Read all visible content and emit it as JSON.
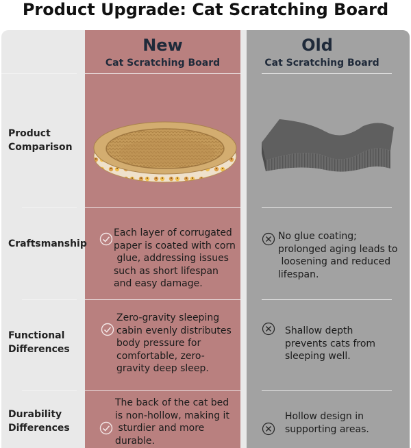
{
  "title": "Product Upgrade: Cat Scratching Board",
  "columns": {
    "new": {
      "heading": "New",
      "subheading": "Cat Scratching Board"
    },
    "old": {
      "heading": "Old",
      "subheading": "Cat Scratching Board"
    }
  },
  "rows": [
    {
      "label_lines": [
        "Product",
        "Comparison"
      ],
      "new": "",
      "old": ""
    },
    {
      "label_lines": [
        "Craftsmanship"
      ],
      "new_lines": [
        "Each layer of corrugated",
        "paper is coated with corn",
        " glue, addressing issues",
        "such as short lifespan",
        "and easy damage."
      ],
      "old_lines": [
        "No glue coating;",
        "prolonged aging leads to",
        " loosening and reduced",
        "lifespan."
      ]
    },
    {
      "label_lines": [
        "Functional",
        "Differences"
      ],
      "new_lines": [
        "Zero-gravity sleeping",
        "cabin evenly distributes",
        "body pressure for",
        "comfortable, zero-",
        "gravity deep sleep."
      ],
      "old_lines": [
        "Shallow depth",
        "prevents cats from",
        "sleeping well."
      ]
    },
    {
      "label_lines": [
        "Durability",
        "Differences"
      ],
      "new_lines": [
        "The back of the cat bed",
        "is non-hollow, making it",
        " sturdier and more",
        "durable."
      ],
      "old_lines": [
        "Hollow design in",
        "supporting areas."
      ]
    }
  ],
  "icons": {
    "check": "check-circle-icon",
    "cross": "cross-circle-icon"
  },
  "colors": {
    "new_column": "#b9807f",
    "old_column": "#a2a2a2",
    "panel": "#e9e9e9",
    "heading_text": "#1f2a3a"
  }
}
